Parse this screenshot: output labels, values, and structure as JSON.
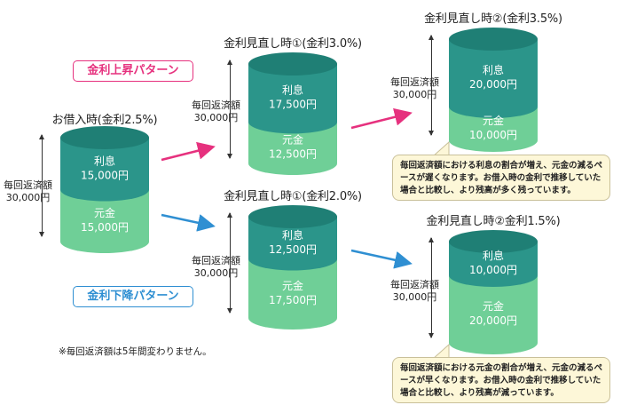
{
  "labels": {
    "initial_title": "お借入時(金利2.5%)",
    "up_badge": "金利上昇パターン",
    "down_badge": "金利下降パターン",
    "up1_title": "金利見直し時①(金利3.0%)",
    "up2_title": "金利見直し時②(金利3.5%)",
    "down1_title": "金利見直し時①(金利2.0%)",
    "down2_title": "金利見直し時②金利1.5%)",
    "payment_label": "毎回返済額",
    "payment_amount": "30,000円",
    "interest_label": "利息",
    "principal_label": "元金",
    "note": "※毎回返済額は5年間変わりません。"
  },
  "cylinders": {
    "initial": {
      "interest": "15,000円",
      "principal": "15,000円",
      "interest_value": 15000,
      "principal_value": 15000
    },
    "up1": {
      "interest": "17,500円",
      "principal": "12,500円",
      "interest_value": 17500,
      "principal_value": 12500
    },
    "up2": {
      "interest": "20,000円",
      "principal": "10,000円",
      "interest_value": 20000,
      "principal_value": 10000
    },
    "down1": {
      "interest": "12,500円",
      "principal": "17,500円",
      "interest_value": 12500,
      "principal_value": 17500
    },
    "down2": {
      "interest": "10,000円",
      "principal": "20,000円",
      "interest_value": 10000,
      "principal_value": 20000
    }
  },
  "callouts": {
    "up": "毎回返済額における利息の割合が増え、元金の減るペースが遅くなります。お借入時の金利で推移していた場合と比較し、より残高が多く残っています。",
    "down": "毎回返済額における元金の割合が増え、元金の減るペースが早くなります。お借入時の金利で推移していた場合と比較し、より残高が減っています。"
  },
  "colors": {
    "interest": "#2b958a",
    "interest_top": "#1f7f75",
    "principal": "#6fcf97",
    "principal_bottom": "#5cbf86",
    "up_arrow": "#e6317e",
    "down_arrow": "#2f8fd2"
  }
}
